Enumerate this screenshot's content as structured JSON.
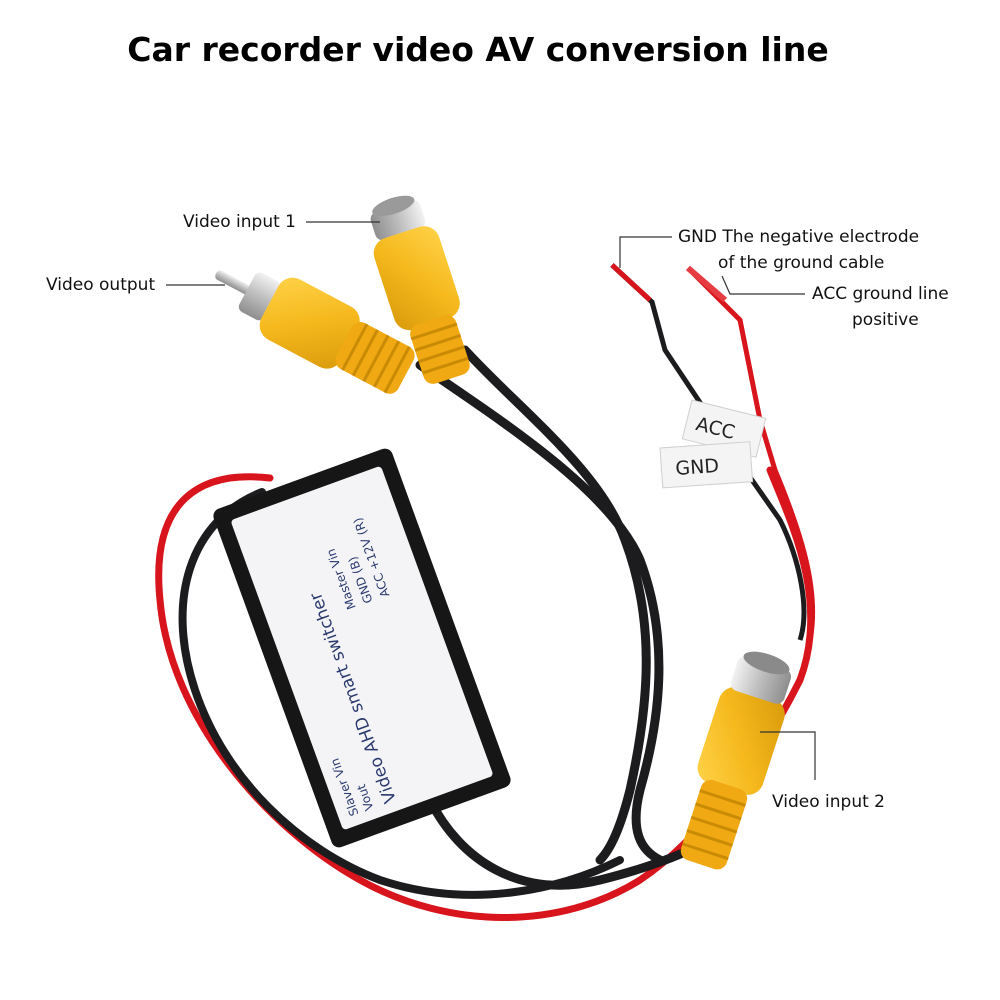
{
  "title": "Car recorder video AV conversion line",
  "callouts": {
    "video_input_1": "Video input 1",
    "video_output": "Video output",
    "gnd_line1": "GND The negative electrode",
    "gnd_line2": "of the ground cable",
    "acc_line1": "ACC ground line",
    "acc_line2": "positive",
    "video_input_2": "Video input 2"
  },
  "wire_tags": {
    "acc": "ACC",
    "gnd": "GND"
  },
  "switcher_label": {
    "line1": "Slaver Vin",
    "line2": "Vout",
    "line3": "Video AHD smart switcher",
    "line4": "Master Vin",
    "line5": "GND (B)",
    "line6": "ACC +12V (R)"
  },
  "colors": {
    "connector_yellow": "#f5b81c",
    "cable_black": "#1c1c1e",
    "wire_red": "#d8141c",
    "box_black": "#161616",
    "label_white": "#f4f4f6"
  }
}
